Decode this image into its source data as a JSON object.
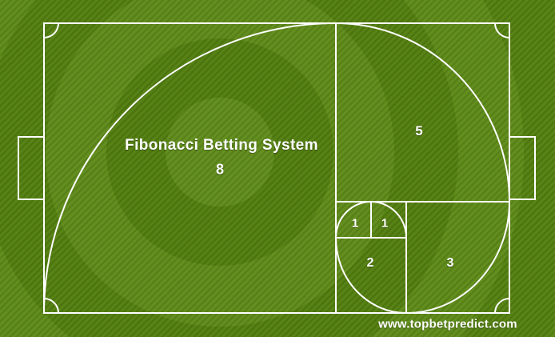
{
  "title": "Fibonacci Betting System",
  "watermark": "www.topbetpredict.com",
  "fibonacci": {
    "sequence": [
      8,
      5,
      3,
      2,
      1,
      1
    ],
    "squares": [
      {
        "value": "8"
      },
      {
        "value": "5"
      },
      {
        "value": "3"
      },
      {
        "value": "2"
      },
      {
        "value": "1"
      },
      {
        "value": "1"
      }
    ]
  },
  "colors": {
    "stripe_light": "#5e8b18",
    "stripe_dark": "#527c10",
    "line": "#ffffff",
    "text": "#ffffff"
  }
}
